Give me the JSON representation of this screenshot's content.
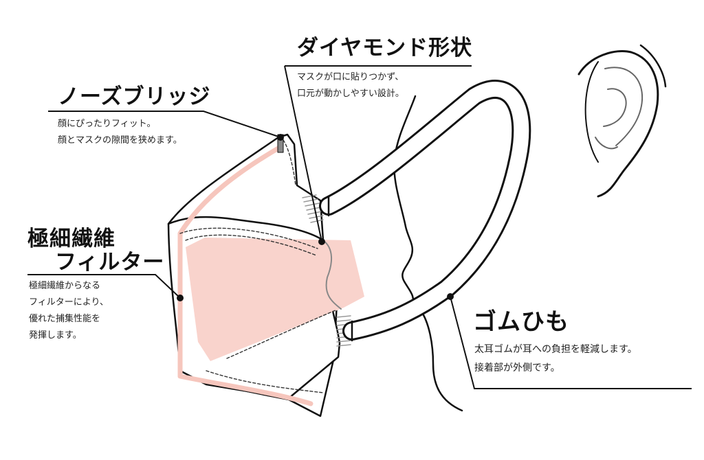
{
  "labels": {
    "diamond": {
      "title": "ダイヤモンド形状",
      "lines": [
        "マスクが口に貼りつかず、",
        "口元が動かしやすい設計。"
      ]
    },
    "nose_bridge": {
      "title": "ノーズブリッジ",
      "lines": [
        "顔にぴったりフィット。",
        "顔とマスクの隙間を狭めます。"
      ]
    },
    "filter": {
      "title_line1": "極細繊維",
      "title_line2": "フィルター",
      "lines": [
        "極細繊維からなる",
        "フィルターにより、",
        "優れた捕集性能を",
        "発揮します。"
      ]
    },
    "elastic": {
      "title": "ゴムひも",
      "lines": [
        "太耳ゴムが耳への負担を軽減します。",
        "接着部が外側です。"
      ]
    }
  },
  "colors": {
    "filter_fill": "#f9d3cc",
    "line": "#111111",
    "gray": "#888888"
  },
  "icons": {
    "face": "face-profile-outline",
    "ear": "ear-outline",
    "mask": "mask-outline"
  }
}
